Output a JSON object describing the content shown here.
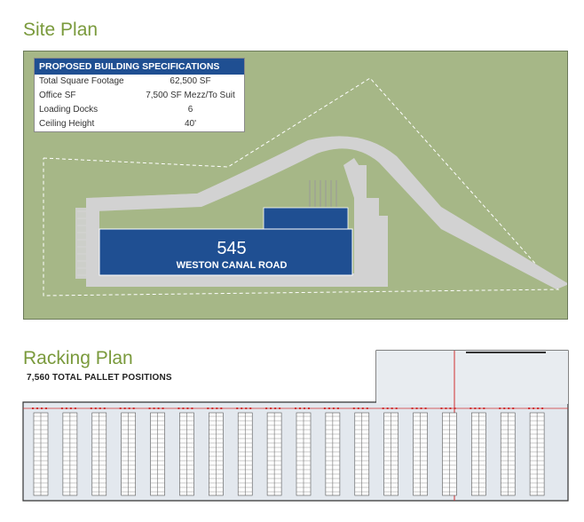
{
  "site_plan": {
    "title": "Site Plan",
    "specs": {
      "header": "PROPOSED BUILDING SPECIFICATIONS",
      "rows": [
        {
          "label": "Total Square Footage",
          "value": "62,500 SF"
        },
        {
          "label": "Office SF",
          "value": "7,500 SF Mezz/To Suit"
        },
        {
          "label": "Loading Docks",
          "value": "6"
        },
        {
          "label": "Ceiling Height",
          "value": "40'"
        }
      ]
    },
    "building": {
      "number": "545",
      "street": "WESTON CANAL ROAD"
    },
    "colors": {
      "grass": "#a6b787",
      "paving": "#d2d2d2",
      "building": "#1f4f92"
    }
  },
  "racking_plan": {
    "title": "Racking Plan",
    "caption": "7,560 TOTAL PALLET POSITIONS",
    "rack_rows": 18
  }
}
